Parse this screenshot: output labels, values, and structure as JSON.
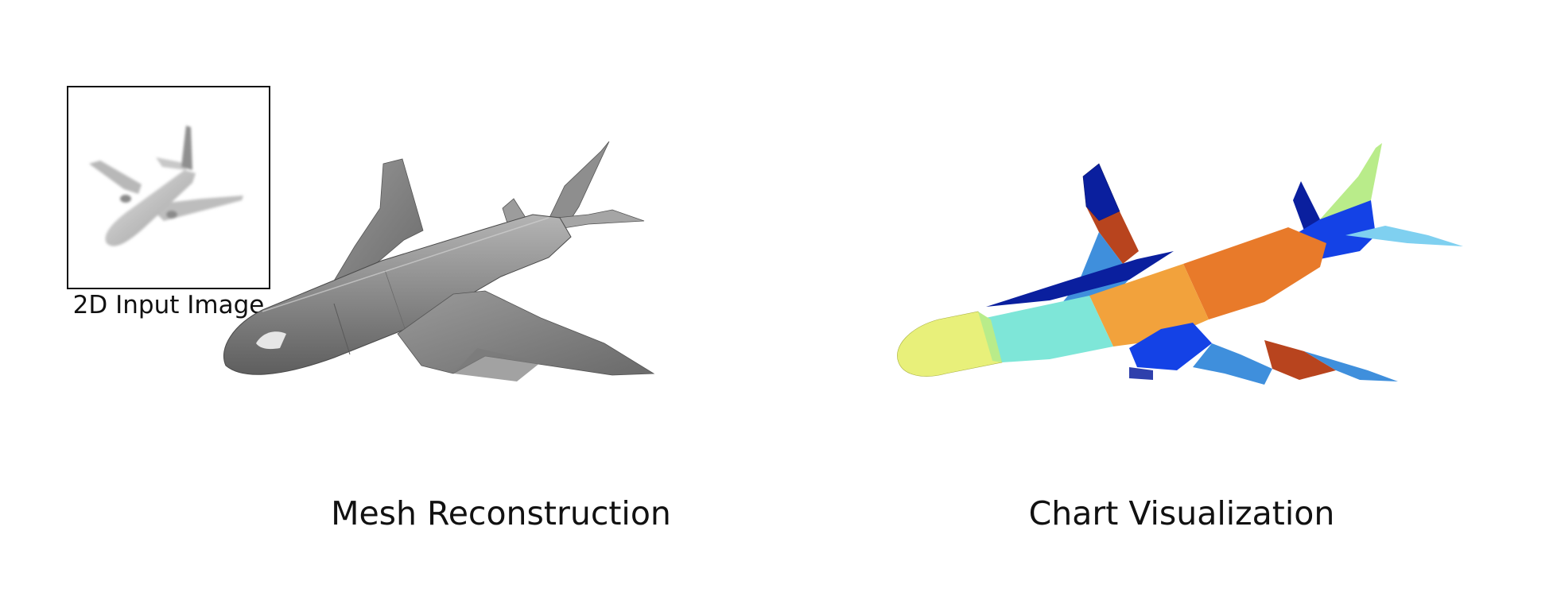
{
  "figure": {
    "input_caption": "2D Input Image",
    "mesh_caption": "Mesh Reconstruction",
    "chart_caption": "Chart Visualization"
  },
  "colors": {
    "mesh_gray": "#8c8c8c",
    "chart_palette": [
      "#0a1f9e",
      "#1442e6",
      "#3f8fdc",
      "#7fd0f0",
      "#7ee6d8",
      "#b9ec8a",
      "#e8f07a",
      "#f2a23c",
      "#e87a2a",
      "#b8441e"
    ]
  }
}
